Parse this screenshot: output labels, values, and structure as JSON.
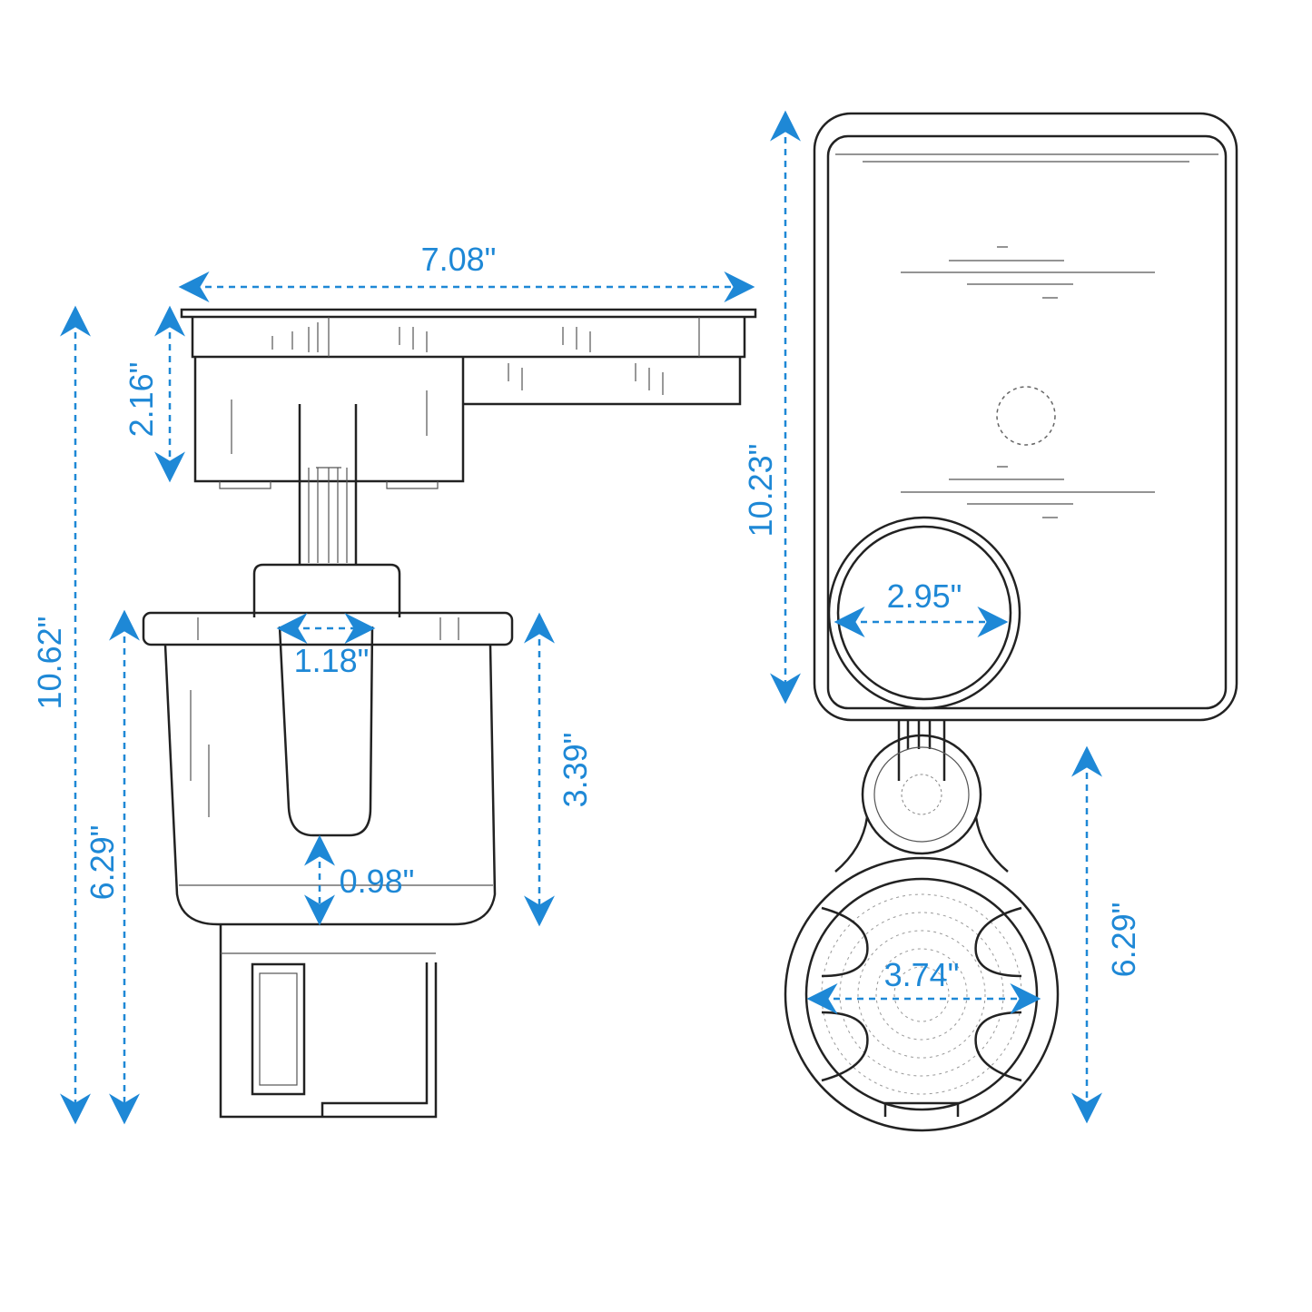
{
  "colors": {
    "dimension": "#1e88d6",
    "outline": "#222222"
  },
  "dimensions": {
    "tray_width": "7.08\"",
    "tray_height": "2.16\"",
    "total_height": "10.62\"",
    "cup_holder_height_left": "6.29\"",
    "slot_width": "1.18\"",
    "cup_depth": "3.39\"",
    "slot_bottom": "0.98\"",
    "tray_length": "10.23\"",
    "cup_ring_diameter": "2.95\"",
    "base_diameter": "3.74\"",
    "cup_holder_height_right": "6.29\""
  }
}
